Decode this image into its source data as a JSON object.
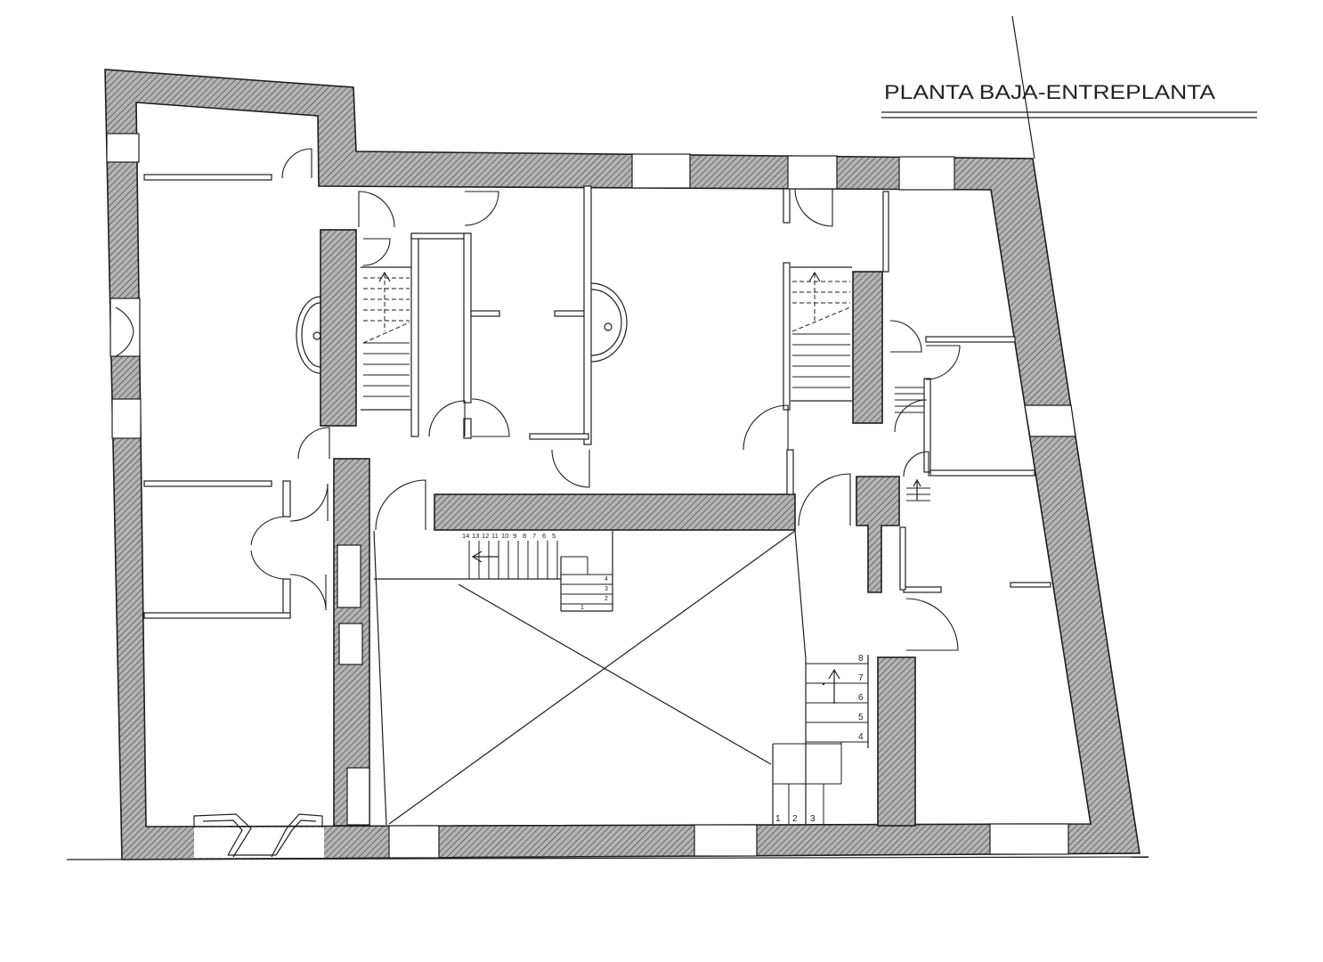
{
  "title": "PLANTA BAJA-ENTREPLANTA",
  "stairs": {
    "upper": {
      "top_numbers": [
        "14",
        "13",
        "12",
        "11",
        "10",
        "9",
        "8",
        "7",
        "6",
        "5"
      ],
      "side_numbers": [
        "4",
        "3",
        "2"
      ],
      "bottom_numbers": [
        "1"
      ]
    },
    "lower": {
      "side_numbers": [
        "8",
        "7",
        "6",
        "5",
        "4"
      ],
      "bottom_numbers": [
        "1",
        "2",
        "3"
      ]
    }
  },
  "colors": {
    "wall_hatch_fill": "#b3b3b3",
    "line": "#1e1e1e",
    "background": "#ffffff"
  }
}
